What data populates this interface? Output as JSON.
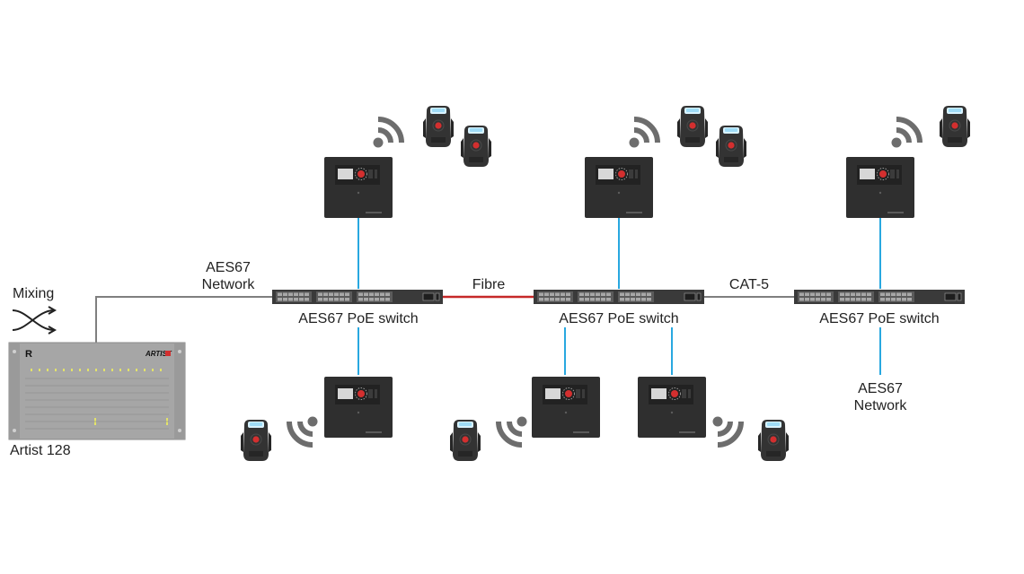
{
  "labels": {
    "mixing": "Mixing",
    "artist": "Artist 128",
    "aes67_network_left_1": "AES67",
    "aes67_network_left_2": "Network",
    "fibre": "Fibre",
    "cat5": "CAT-5",
    "switch_1": "AES67 PoE switch",
    "switch_2": "AES67 PoE switch",
    "switch_3": "AES67 PoE switch",
    "aes67_network_right_1": "AES67",
    "aes67_network_right_2": "Network"
  },
  "device_branding": {
    "artist_logo": "ARTIST",
    "artist_logo_mark": "R"
  },
  "colors": {
    "network_cable": "#7f7f7f",
    "fibre_cable": "#c62828",
    "poe_drop": "#29a8e0",
    "switch_body": "#3a3a3a",
    "antenna_body": "#2f2f2f",
    "beltpack_body": "#333333",
    "wifi_arcs": "#6d6d6d",
    "frame_gray": "#a6a6a6"
  },
  "icons": {
    "mixing": "crossfade-arrows-icon",
    "wireless": "wifi-signal-icon",
    "beltpack": "beltpack-icon",
    "antenna": "antenna-icon",
    "switch": "network-switch-icon"
  }
}
